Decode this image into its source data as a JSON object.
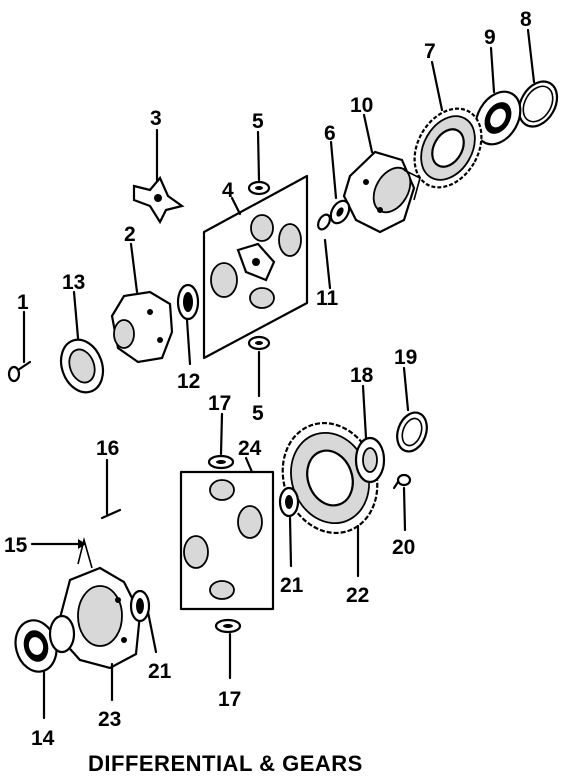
{
  "title": "DIFFERENTIAL & GEARS",
  "callouts": [
    {
      "id": "c1",
      "text": "1"
    },
    {
      "id": "c2",
      "text": "2"
    },
    {
      "id": "c3",
      "text": "3"
    },
    {
      "id": "c4",
      "text": "4"
    },
    {
      "id": "c5a",
      "text": "5"
    },
    {
      "id": "c5b",
      "text": "5"
    },
    {
      "id": "c6",
      "text": "6"
    },
    {
      "id": "c7",
      "text": "7"
    },
    {
      "id": "c8",
      "text": "8"
    },
    {
      "id": "c9",
      "text": "9"
    },
    {
      "id": "c10",
      "text": "10"
    },
    {
      "id": "c11",
      "text": "11"
    },
    {
      "id": "c12",
      "text": "12"
    },
    {
      "id": "c13",
      "text": "13"
    },
    {
      "id": "c14",
      "text": "14"
    },
    {
      "id": "c15",
      "text": "15"
    },
    {
      "id": "c16",
      "text": "16"
    },
    {
      "id": "c17a",
      "text": "17"
    },
    {
      "id": "c17b",
      "text": "17"
    },
    {
      "id": "c18",
      "text": "18"
    },
    {
      "id": "c19",
      "text": "19"
    },
    {
      "id": "c20",
      "text": "20"
    },
    {
      "id": "c21a",
      "text": "21"
    },
    {
      "id": "c21b",
      "text": "21"
    },
    {
      "id": "c22",
      "text": "22"
    },
    {
      "id": "c23",
      "text": "23"
    },
    {
      "id": "c24",
      "text": "24"
    }
  ]
}
